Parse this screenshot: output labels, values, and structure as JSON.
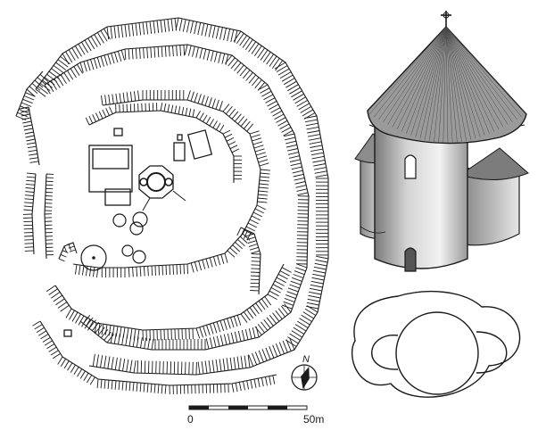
{
  "site_plan": {
    "scale_bar": {
      "start_label": "0",
      "end_label": "50m"
    },
    "north_label": "N"
  },
  "colors": {
    "ink": "#1a1a1a",
    "paper": "#ffffff",
    "shade_light": "#d8d8d8",
    "shade_dark": "#8a8a8a"
  }
}
